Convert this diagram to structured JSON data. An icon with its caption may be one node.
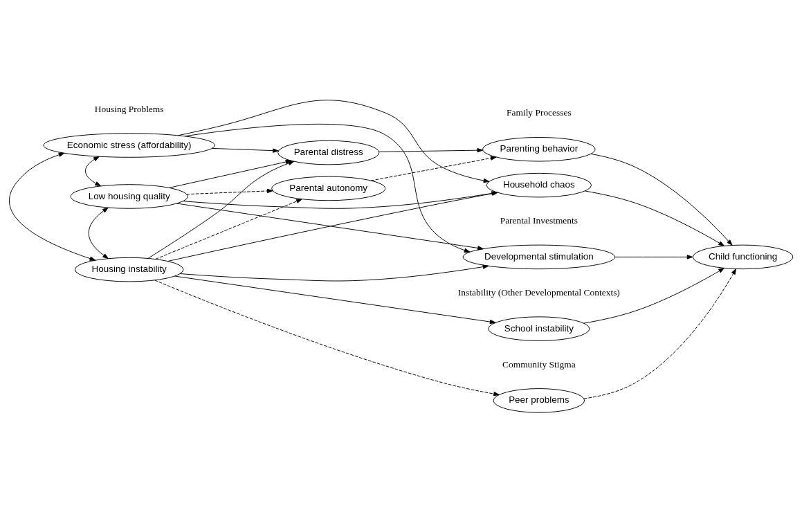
{
  "diagram": {
    "nodes": [
      {
        "text": [
          "Economic stress (affordability)"
        ]
      },
      {
        "text": [
          "Low housing quality"
        ]
      },
      {
        "text": [
          "Housing instability"
        ]
      },
      {
        "text": [
          "Parental distress"
        ]
      },
      {
        "text": [
          "Parental autonomy"
        ]
      },
      {
        "text": [
          "Parenting behavior"
        ]
      },
      {
        "text": [
          "Household chaos"
        ]
      },
      {
        "text": [
          "Developmental stimulation"
        ]
      },
      {
        "text": [
          "School instability"
        ]
      },
      {
        "text": [
          "Peer problems"
        ]
      },
      {
        "text": [
          "Child functioning"
        ]
      }
    ],
    "edges": [
      {
        "from": 0,
        "to": 1,
        "arrow": "both"
      },
      {
        "from": 1,
        "to": 2,
        "arrow": "both"
      },
      {
        "from": 0,
        "to": 2,
        "arrow": "both"
      },
      {
        "from": 0,
        "to": 3,
        "arrow": "to"
      },
      {
        "from": 0,
        "to": 6,
        "arrow": "to"
      },
      {
        "from": 0,
        "to": 7,
        "arrow": "to"
      },
      {
        "from": 1,
        "to": 3,
        "arrow": "to"
      },
      {
        "from": 1,
        "to": 4,
        "arrow": "to",
        "style": "dashed"
      },
      {
        "from": 1,
        "to": 6,
        "arrow": "to"
      },
      {
        "from": 1,
        "to": 7,
        "arrow": "to"
      },
      {
        "from": 2,
        "to": 3,
        "arrow": "to"
      },
      {
        "from": 2,
        "to": 4,
        "arrow": "to",
        "style": "dashed"
      },
      {
        "from": 2,
        "to": 6,
        "arrow": "to"
      },
      {
        "from": 2,
        "to": 7,
        "arrow": "to"
      },
      {
        "from": 2,
        "to": 8,
        "arrow": "to"
      },
      {
        "from": 2,
        "to": 9,
        "arrow": "to",
        "style": "dashed"
      },
      {
        "from": 3,
        "to": 5,
        "arrow": "to"
      },
      {
        "from": 4,
        "to": 5,
        "arrow": "to",
        "style": "dashed"
      },
      {
        "from": 5,
        "to": 10,
        "arrow": "to"
      },
      {
        "from": 6,
        "to": 10,
        "arrow": "to"
      },
      {
        "from": 7,
        "to": 10,
        "arrow": "to"
      },
      {
        "from": 8,
        "to": 10,
        "arrow": "to"
      },
      {
        "from": 9,
        "to": 10,
        "arrow": "to",
        "style": "dashed"
      }
    ],
    "labels": [
      "Family Processes",
      "Housing Problems",
      "Parental Investments",
      "Instability (Other Developmental Contexts)",
      "Community Stigma"
    ]
  }
}
